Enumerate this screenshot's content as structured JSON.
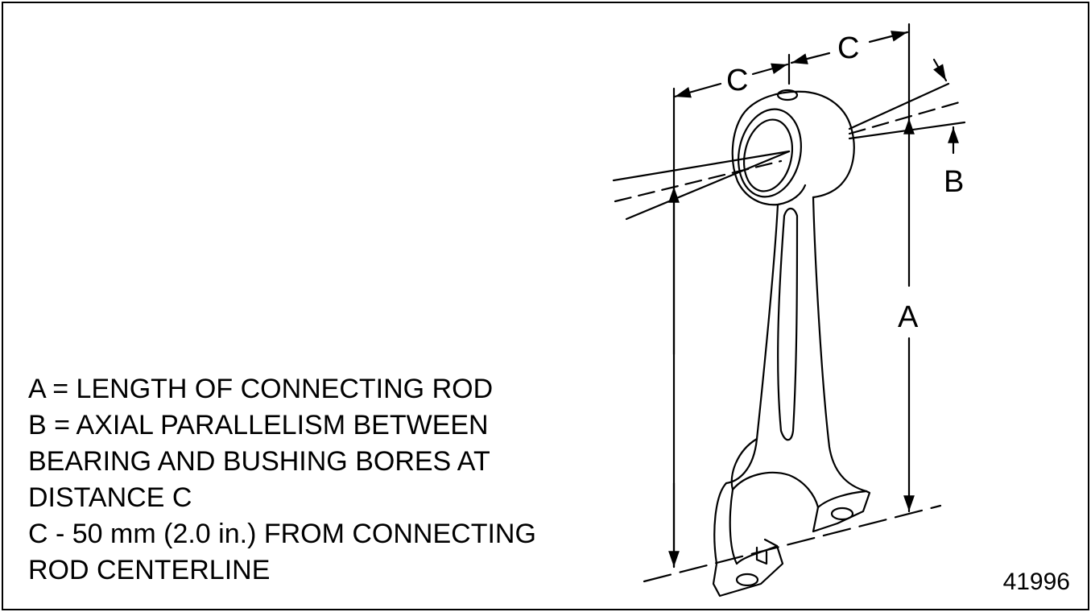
{
  "legend": {
    "lines": [
      "A = LENGTH OF CONNECTING ROD",
      "B = AXIAL PARALLELISM BETWEEN",
      "BEARING AND BUSHING BORES AT",
      "DISTANCE C",
      "C - 50 mm (2.0 in.) FROM CONNECTING",
      "ROD CENTERLINE"
    ]
  },
  "labels": {
    "a": "A",
    "b": "B",
    "c_left": "C",
    "c_right": "C"
  },
  "figure_number": "41996",
  "colors": {
    "ink": "#000000",
    "background": "#ffffff"
  }
}
